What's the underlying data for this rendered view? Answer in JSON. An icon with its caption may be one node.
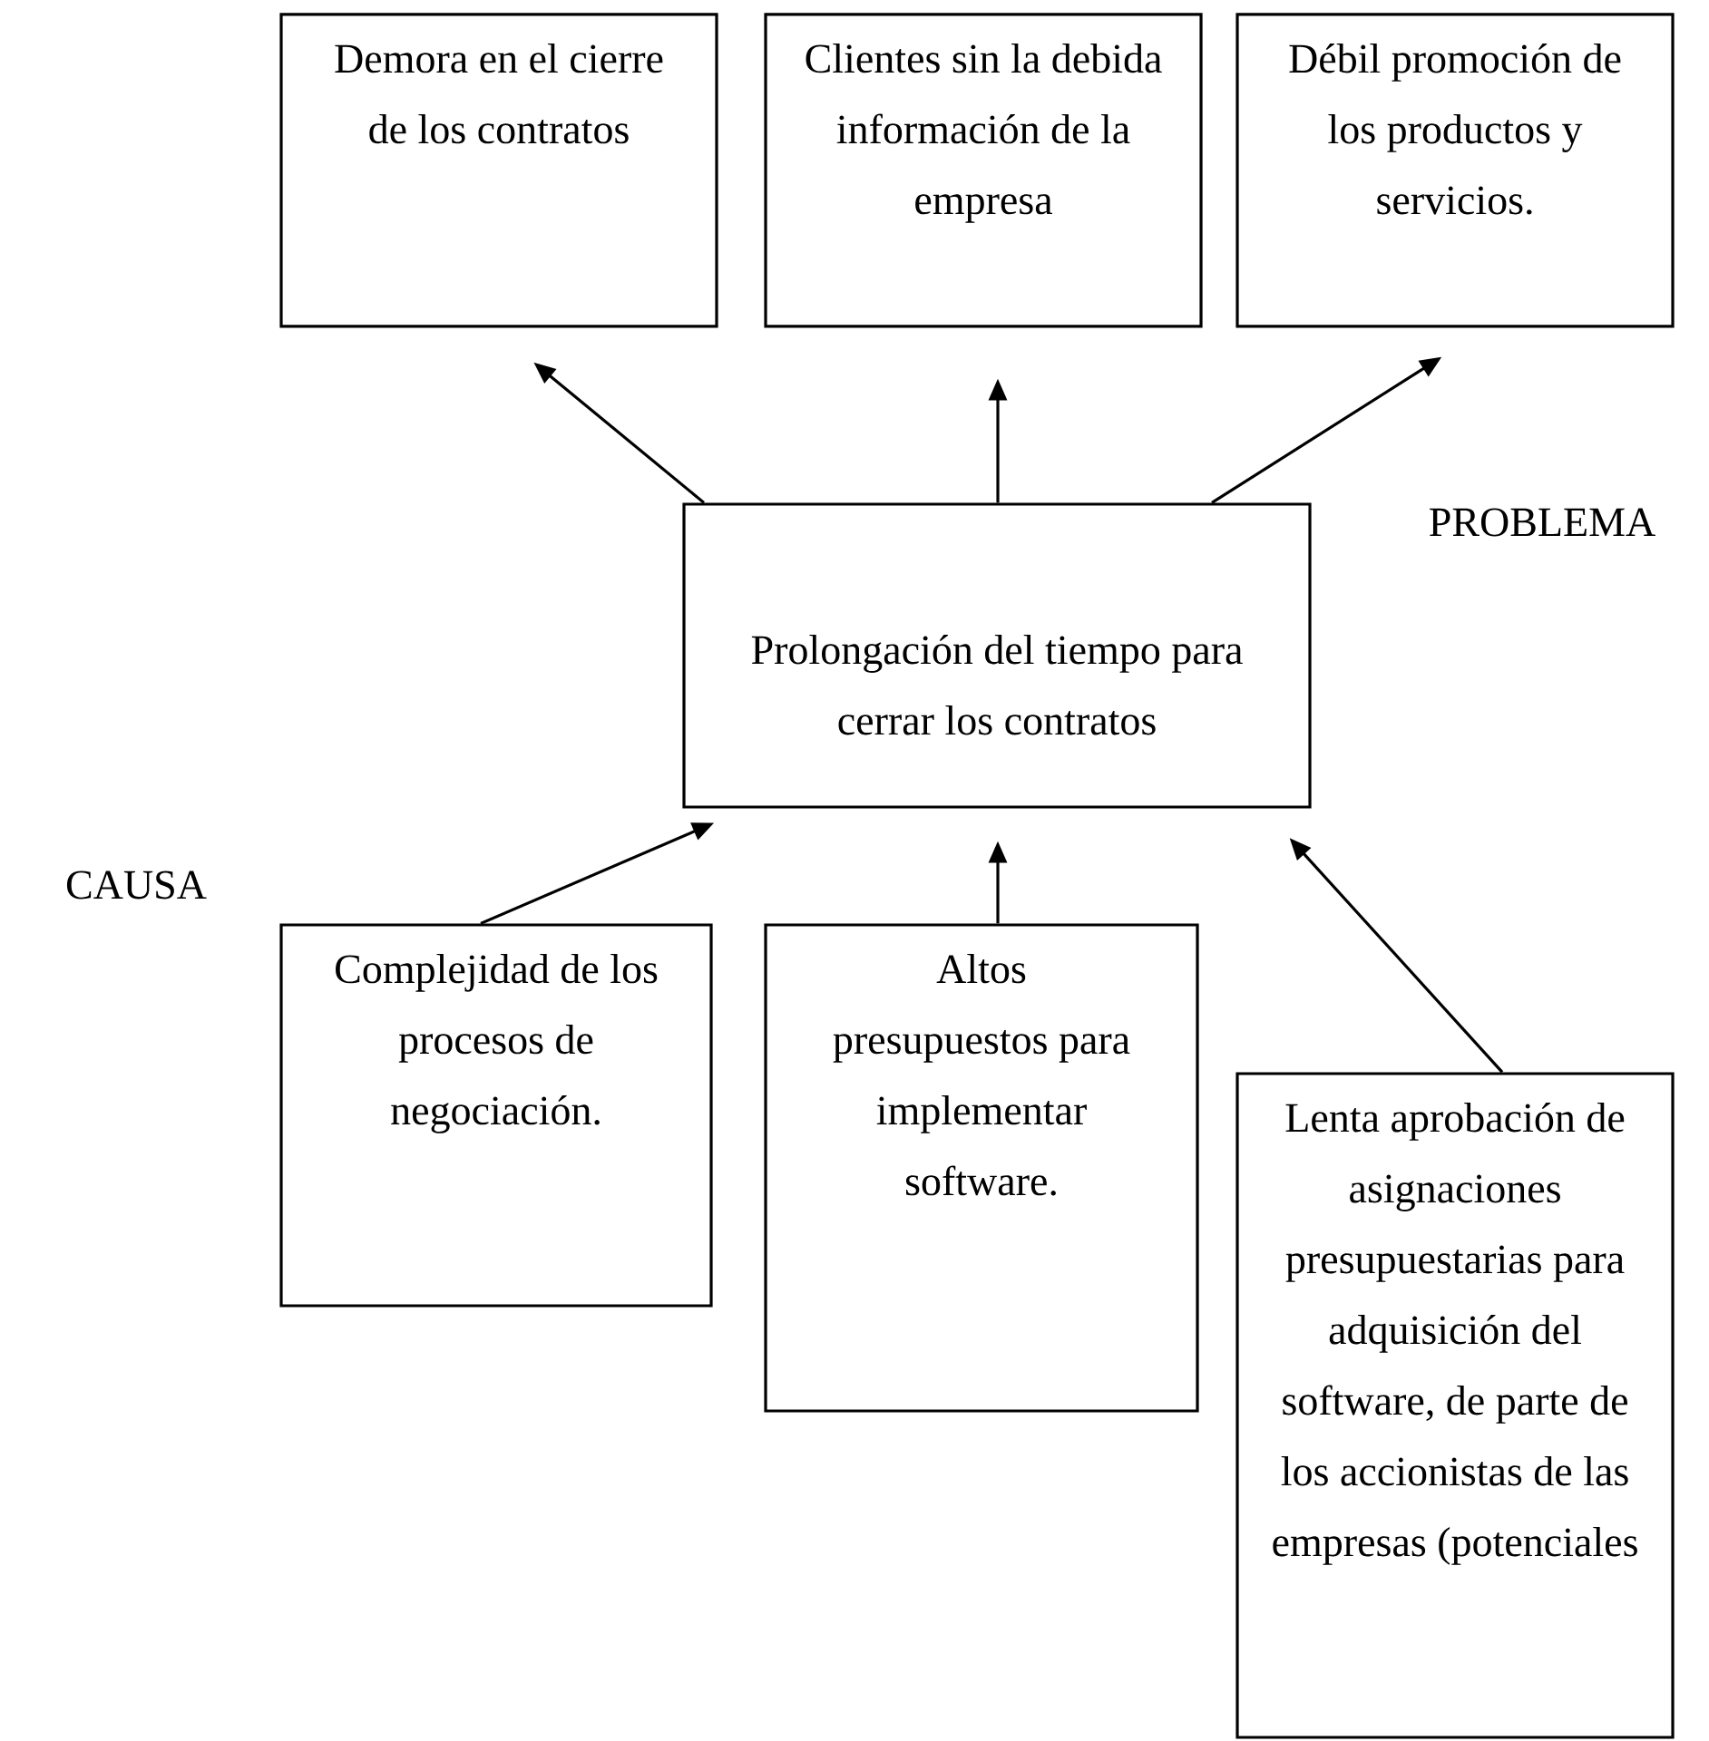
{
  "diagram": {
    "nodes": [
      {
        "text": [
          "Demora en el cierre de los contratos"
        ]
      },
      {
        "text": [
          "Clientes sin la debida información de la empresa"
        ]
      },
      {
        "text": [
          "Débil promoción de los productos y servicios."
        ]
      },
      {
        "text": [
          "Prolongación del tiempo para cerrar los contratos"
        ]
      },
      {
        "text": [
          "Complejidad de los procesos de negociación."
        ]
      },
      {
        "text": [
          "Altos presupuestos para implementar software."
        ]
      },
      {
        "text": [
          "Lenta aprobación de asignaciones presupuestarias para adquisición del software, de parte de los accionistas de las empresas (potenciales"
        ]
      }
    ],
    "edges": [
      {
        "from": 3,
        "to": 0,
        "arrow": "to"
      },
      {
        "from": 3,
        "to": 1,
        "arrow": "to"
      },
      {
        "from": 3,
        "to": 2,
        "arrow": "to"
      },
      {
        "from": 4,
        "to": 3,
        "arrow": "to"
      },
      {
        "from": 5,
        "to": 3,
        "arrow": "to"
      },
      {
        "from": 6,
        "to": 3,
        "arrow": "to"
      }
    ],
    "labels": [
      "PROBLEMA",
      "CAUSA"
    ]
  }
}
